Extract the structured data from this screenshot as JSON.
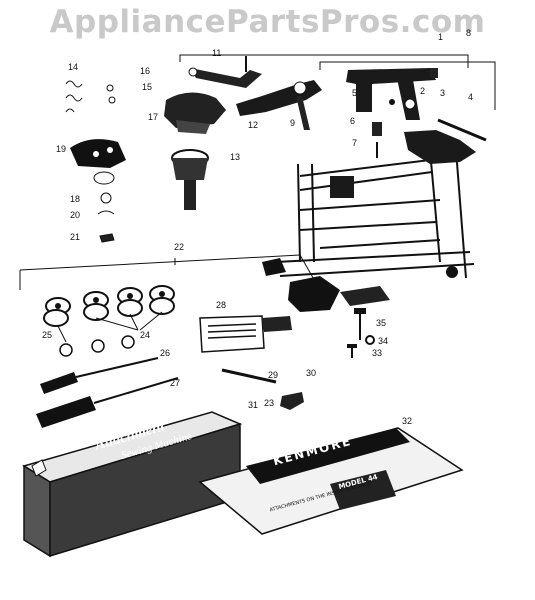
{
  "watermark": "AppliancePartsPros.com",
  "callouts": [
    "1",
    "2",
    "3",
    "4",
    "5",
    "6",
    "7",
    "8",
    "9",
    "11",
    "12",
    "13",
    "14",
    "15",
    "16",
    "17",
    "18",
    "19",
    "20",
    "21",
    "22",
    "23",
    "24",
    "25",
    "26",
    "27",
    "28",
    "29",
    "30",
    "31",
    "32",
    "33",
    "34",
    "35"
  ],
  "attachment_box": {
    "line1": "Attachment",
    "line2": "Sewing Machine"
  },
  "manual": {
    "brand": "KENMORE",
    "model": "MODEL 44",
    "caption": "ATTACHMENTS ON THE INSIDE TEXT PAGE"
  }
}
